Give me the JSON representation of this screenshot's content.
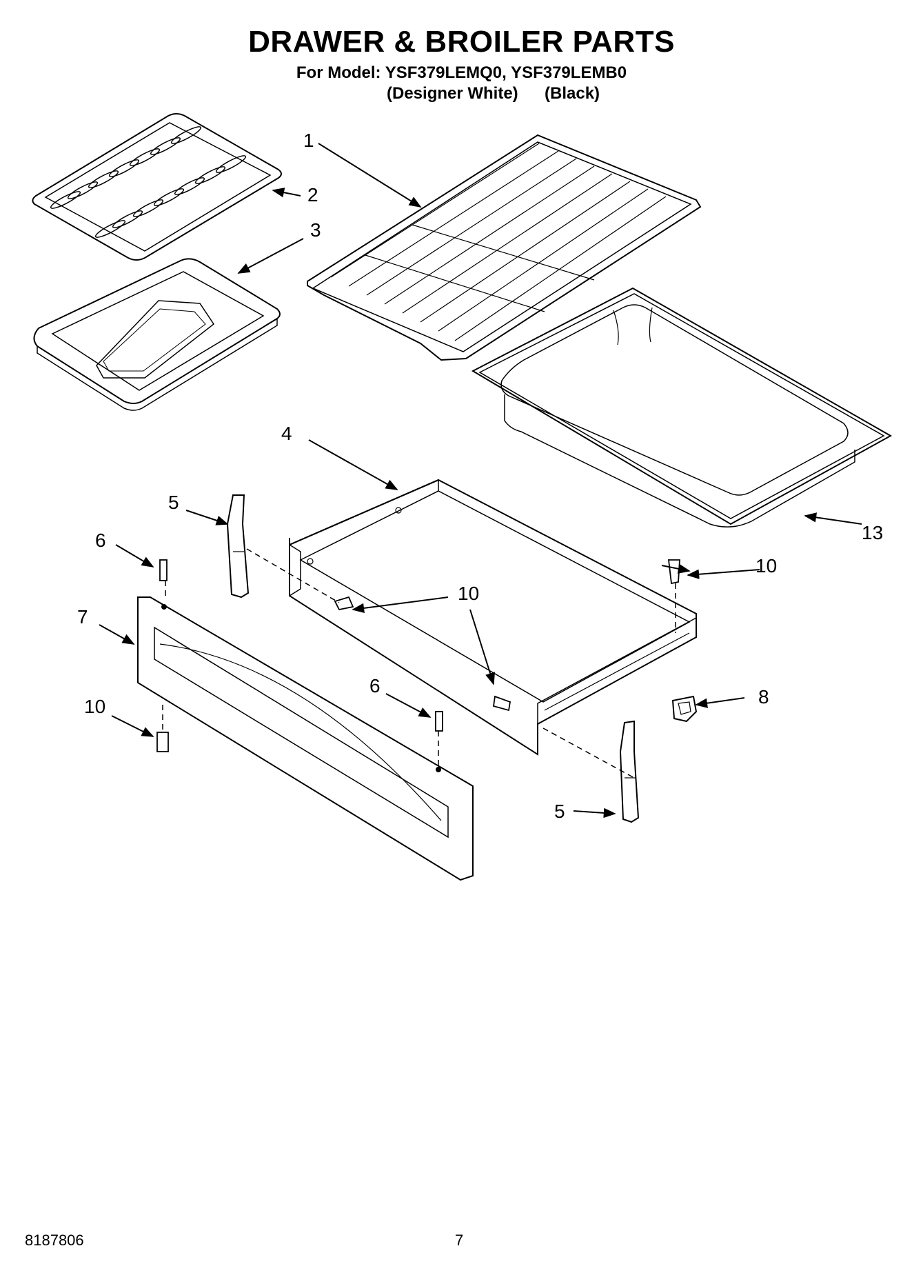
{
  "header": {
    "title": "DRAWER & BROILER PARTS",
    "model_line": "For Model: YSF379LEMQ0, YSF379LEMB0",
    "variant_white": "(Designer White)",
    "variant_black": "(Black)"
  },
  "callouts": {
    "rack": "1",
    "broiler_grid": "2",
    "broiler_pan": "3",
    "drawer_body": "4",
    "slide_left": "5",
    "slide_right": "5",
    "stud_left": "6",
    "stud_mid": "6",
    "drawer_front": "7",
    "clip": "8",
    "screw_inner": "10",
    "screw_mid": "10",
    "screw_right": "10",
    "screw_bottom": "10",
    "liner": "13"
  },
  "footer": {
    "doc_number": "8187806",
    "page_number": "7"
  }
}
